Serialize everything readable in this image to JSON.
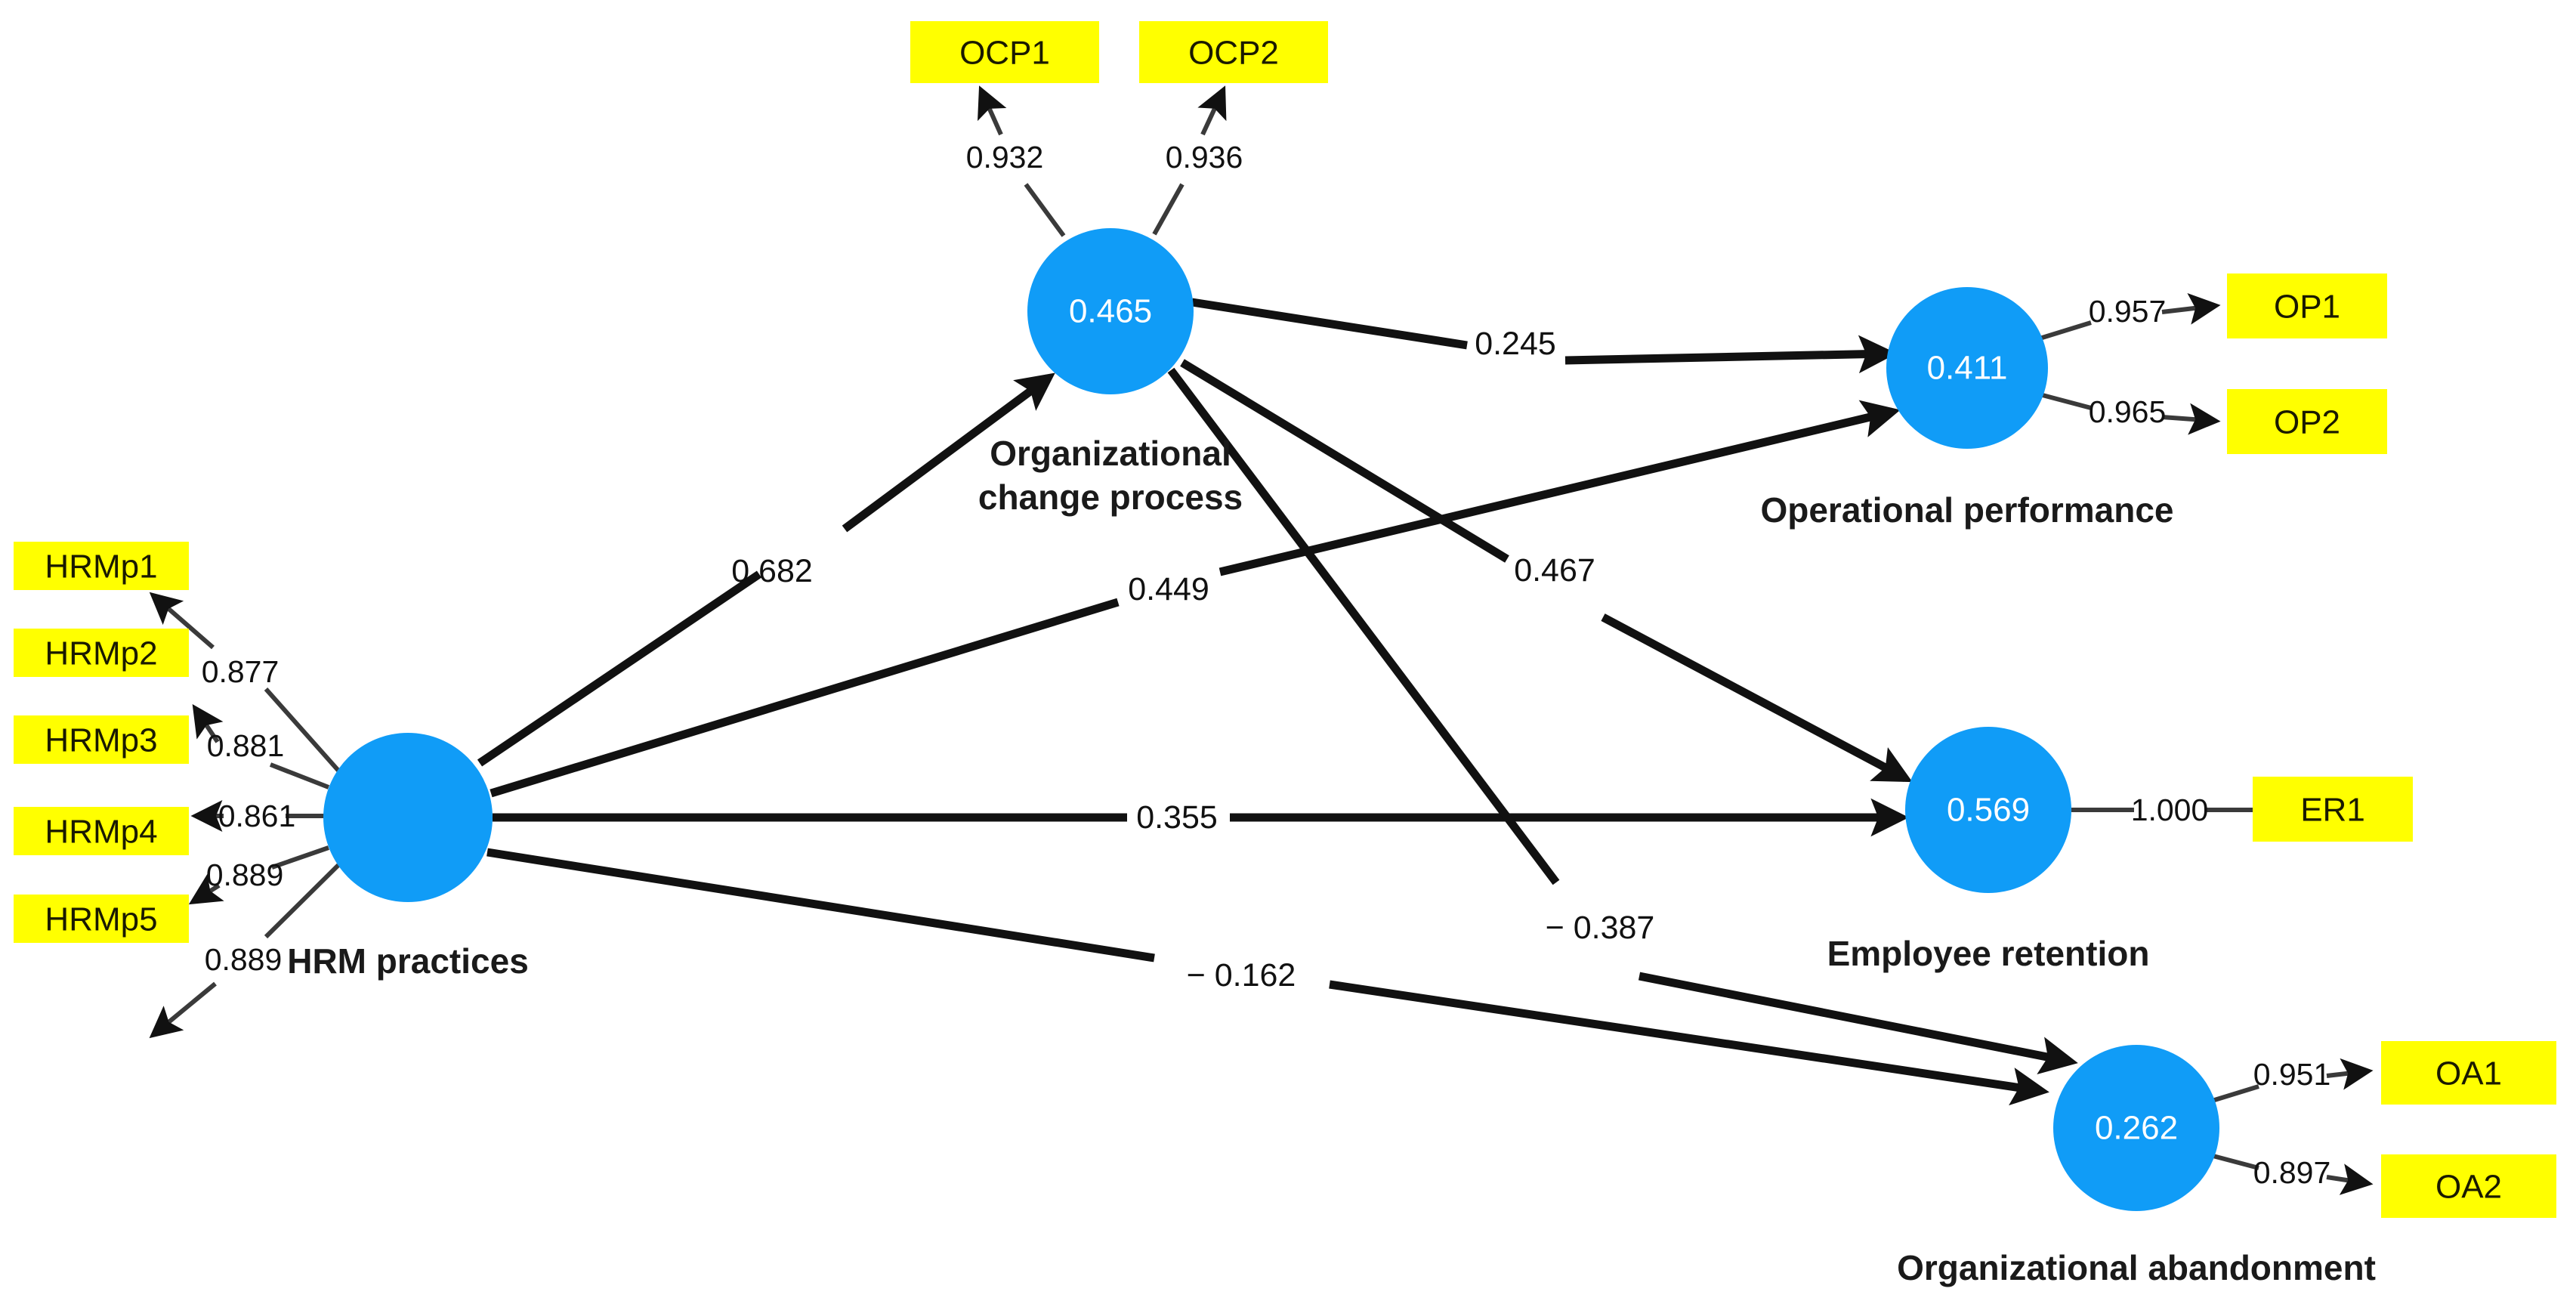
{
  "figure": {
    "type": "sem-path-diagram",
    "background_color": "#ffffff",
    "construct_color": "#109cf7",
    "indicator_color": "#ffff00",
    "path_color": "#111111"
  },
  "constructs": {
    "hrm": {
      "label": "HRM practices",
      "value": ""
    },
    "ocp": {
      "label": "Organizational\nchange process",
      "line1": "Organizational",
      "line2": "change process",
      "value": "0.465"
    },
    "op": {
      "label": "Operational performance",
      "value": "0.411"
    },
    "er": {
      "label": "Employee retention",
      "value": "0.569"
    },
    "oa": {
      "label": "Organizational abandonment",
      "value": "0.262"
    }
  },
  "indicators": {
    "hrmp1": "HRMp1",
    "hrmp2": "HRMp2",
    "hrmp3": "HRMp3",
    "hrmp4": "HRMp4",
    "hrmp5": "HRMp5",
    "ocp1": "OCP1",
    "ocp2": "OCP2",
    "op1": "OP1",
    "op2": "OP2",
    "er1": "ER1",
    "oa1": "OA1",
    "oa2": "OA2"
  },
  "loadings": {
    "hrm_hrmp1": "0.877",
    "hrm_hrmp2": "0.881",
    "hrm_hrmp3": "0.861",
    "hrm_hrmp4": "0.889",
    "hrm_hrmp5": "0.889",
    "ocp_ocp1": "0.932",
    "ocp_ocp2": "0.936",
    "op_op1": "0.957",
    "op_op2": "0.965",
    "er_er1": "1.000",
    "oa_oa1": "0.951",
    "oa_oa2": "0.897"
  },
  "paths": {
    "hrm_ocp": "0.682",
    "hrm_op": "0.449",
    "hrm_er": "0.355",
    "hrm_oa": "− 0.162",
    "ocp_op": "0.245",
    "ocp_er": "0.467",
    "ocp_oa": "− 0.387"
  },
  "chart_data": {
    "type": "diagram",
    "title": "PLS-SEM structural model",
    "nodes": [
      {
        "id": "hrm",
        "kind": "latent",
        "label": "HRM practices",
        "r2": null
      },
      {
        "id": "ocp",
        "kind": "latent",
        "label": "Organizational change process",
        "r2": 0.465
      },
      {
        "id": "op",
        "kind": "latent",
        "label": "Operational performance",
        "r2": 0.411
      },
      {
        "id": "er",
        "kind": "latent",
        "label": "Employee retention",
        "r2": 0.569
      },
      {
        "id": "oa",
        "kind": "latent",
        "label": "Organizational abandonment",
        "r2": 0.262
      }
    ],
    "measurement_model": [
      {
        "construct": "hrm",
        "indicator": "HRMp1",
        "loading": 0.877
      },
      {
        "construct": "hrm",
        "indicator": "HRMp2",
        "loading": 0.881
      },
      {
        "construct": "hrm",
        "indicator": "HRMp3",
        "loading": 0.861
      },
      {
        "construct": "hrm",
        "indicator": "HRMp4",
        "loading": 0.889
      },
      {
        "construct": "hrm",
        "indicator": "HRMp5",
        "loading": 0.889
      },
      {
        "construct": "ocp",
        "indicator": "OCP1",
        "loading": 0.932
      },
      {
        "construct": "ocp",
        "indicator": "OCP2",
        "loading": 0.936
      },
      {
        "construct": "op",
        "indicator": "OP1",
        "loading": 0.957
      },
      {
        "construct": "op",
        "indicator": "OP2",
        "loading": 0.965
      },
      {
        "construct": "er",
        "indicator": "ER1",
        "loading": 1.0
      },
      {
        "construct": "oa",
        "indicator": "OA1",
        "loading": 0.951
      },
      {
        "construct": "oa",
        "indicator": "OA2",
        "loading": 0.897
      }
    ],
    "structural_model": [
      {
        "from": "hrm",
        "to": "ocp",
        "coefficient": 0.682
      },
      {
        "from": "hrm",
        "to": "op",
        "coefficient": 0.449
      },
      {
        "from": "hrm",
        "to": "er",
        "coefficient": 0.355
      },
      {
        "from": "hrm",
        "to": "oa",
        "coefficient": -0.162
      },
      {
        "from": "ocp",
        "to": "op",
        "coefficient": 0.245
      },
      {
        "from": "ocp",
        "to": "er",
        "coefficient": 0.467
      },
      {
        "from": "ocp",
        "to": "oa",
        "coefficient": -0.387
      }
    ]
  }
}
